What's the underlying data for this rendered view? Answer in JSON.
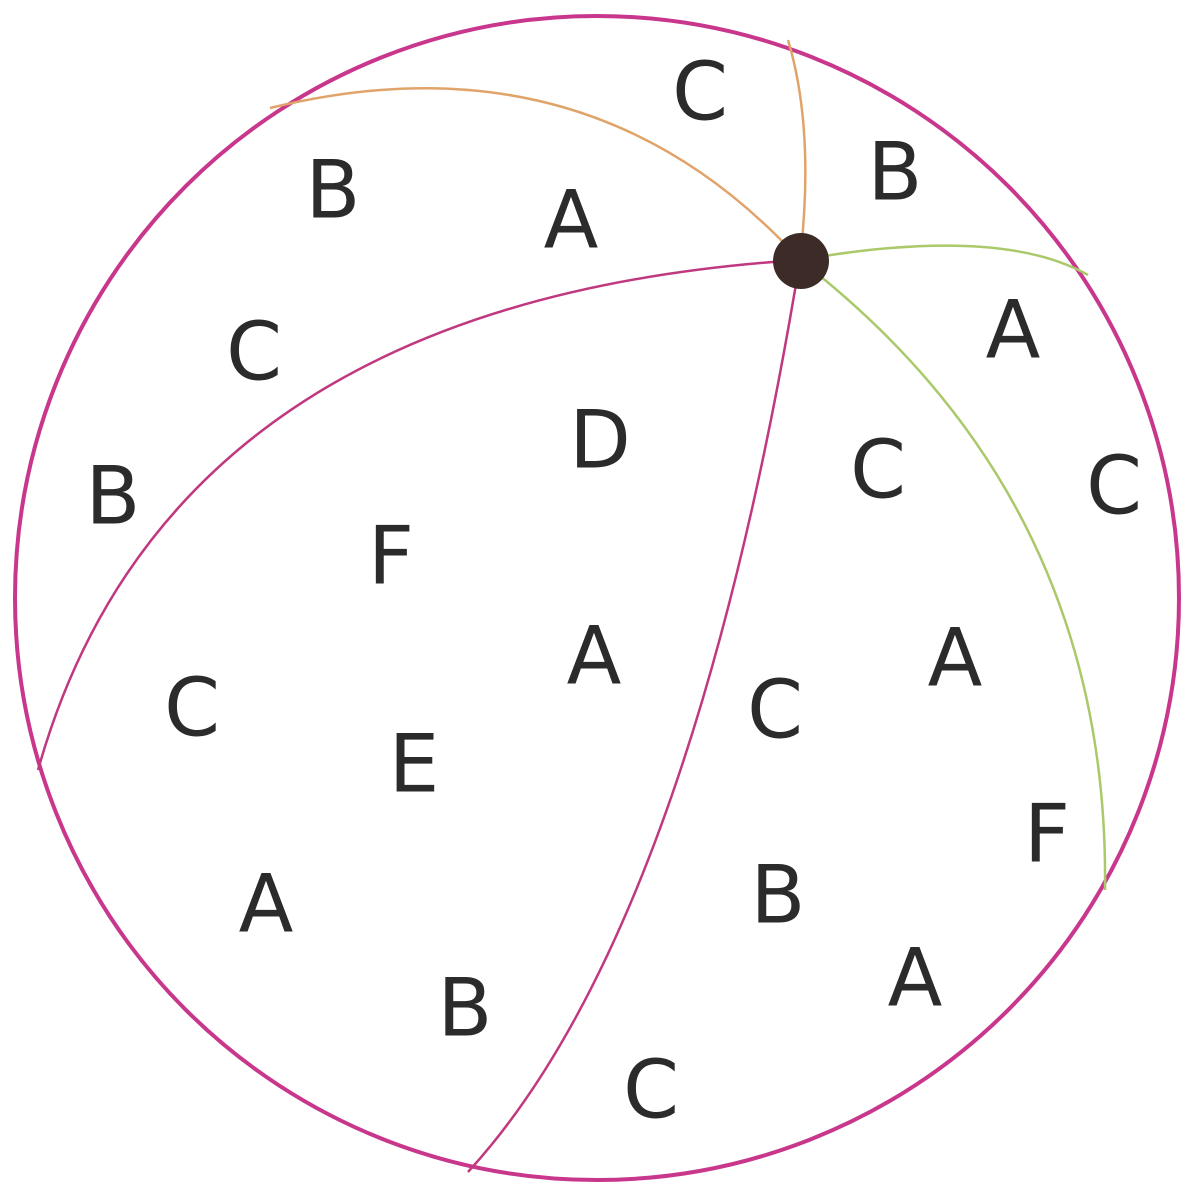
{
  "colors": {
    "outline": "#c8378c",
    "seam_top": "#e0a46a",
    "seam_right": "#a9c96a",
    "seam_main": "#c0387f",
    "hub": "#3d2b27",
    "letter": "#2b2b2b"
  },
  "letters": [
    {
      "id": "c-top",
      "text": "C"
    },
    {
      "id": "b-top-right",
      "text": "B"
    },
    {
      "id": "b-upper-left",
      "text": "B"
    },
    {
      "id": "a-upper-mid",
      "text": "A"
    },
    {
      "id": "a-right-upper",
      "text": "A"
    },
    {
      "id": "c-left-upper",
      "text": "C"
    },
    {
      "id": "d-center",
      "text": "D"
    },
    {
      "id": "c-right-mid",
      "text": "C"
    },
    {
      "id": "c-far-right",
      "text": "C"
    },
    {
      "id": "b-far-left",
      "text": "B"
    },
    {
      "id": "f-left-mid",
      "text": "F"
    },
    {
      "id": "a-center",
      "text": "A"
    },
    {
      "id": "a-right-lower",
      "text": "A"
    },
    {
      "id": "c-left-lower",
      "text": "C"
    },
    {
      "id": "c-center-right",
      "text": "C"
    },
    {
      "id": "e-lower-left",
      "text": "E"
    },
    {
      "id": "f-far-right",
      "text": "F"
    },
    {
      "id": "a-lower-left",
      "text": "A"
    },
    {
      "id": "b-lower-right",
      "text": "B"
    },
    {
      "id": "a-bottom-right",
      "text": "A"
    },
    {
      "id": "b-bottom-left",
      "text": "B"
    },
    {
      "id": "c-bottom",
      "text": "C"
    }
  ]
}
